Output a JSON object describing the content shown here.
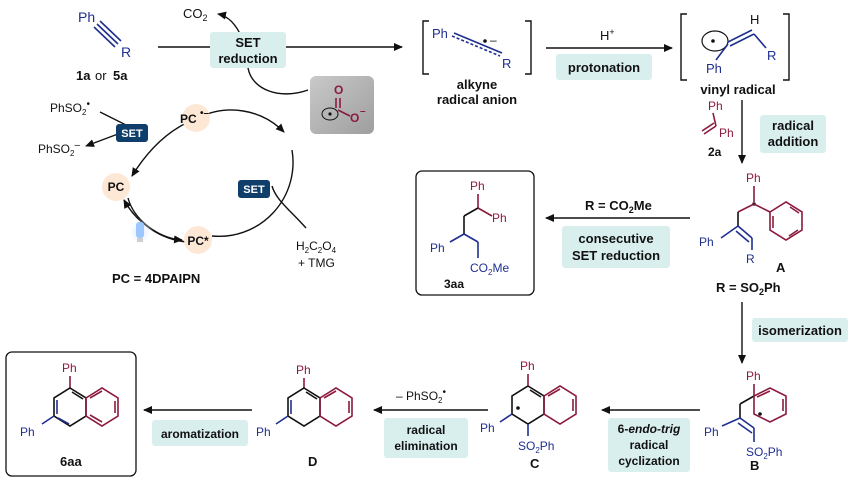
{
  "reactants": {
    "alkyne_ph": "Ph",
    "alkyne_r": "R",
    "alkyne_label_1a": "1a",
    "alkyne_label_or": "or",
    "alkyne_label_5a": "5a"
  },
  "photocycle": {
    "co2": "CO",
    "co2_sub": "2",
    "set_reduction_line1": "SET",
    "set_reduction_line2": "reduction",
    "phso2_radical": "PhSO",
    "phso2_sub": "2",
    "phso2_anion": "PhSO",
    "phso2_anion_sub": "2",
    "set_left": "SET",
    "set_right": "SET",
    "pc_radical_anion": "PC",
    "pc_ground": "PC",
    "pc_excited": "PC*",
    "reagent_line1": "H",
    "reagent_sub1": "2",
    "reagent_c": "C",
    "reagent_sub2": "2",
    "reagent_o": "O",
    "reagent_sub3": "4",
    "reagent_line2": "+ TMG",
    "pc_name": "PC = 4DPAIPN",
    "carboxyl_o_top": "O",
    "carboxyl_o_right": "O"
  },
  "top_row": {
    "alkyne_radical_anion_ph": "Ph",
    "alkyne_radical_anion_r": "R",
    "alkyne_radical_anion_line1": "alkyne",
    "alkyne_radical_anion_line2": "radical anion",
    "hplus": "H",
    "protonation": "protonation",
    "vinyl_h": "H",
    "vinyl_r": "R",
    "vinyl_ph": "Ph",
    "vinyl_radical": "vinyl radical"
  },
  "right_column": {
    "styrene_ph1": "Ph",
    "styrene_ph2": "Ph",
    "styrene_label": "2a",
    "radical_addition_line1": "radical",
    "radical_addition_line2": "addition",
    "A_ph_top": "Ph",
    "A_ph_left": "Ph",
    "A_r": "R",
    "A_label": "A",
    "R_so2ph": "R = SO",
    "R_so2ph_sub": "2",
    "R_so2ph_tail": "Ph",
    "isomerization": "isomerization"
  },
  "middle_branch": {
    "R_co2me": "R = CO",
    "R_co2me_sub": "2",
    "R_co2me_tail": "Me",
    "consecutive_line1": "consecutive",
    "consecutive_line2": "SET reduction",
    "p3aa_ph1": "Ph",
    "p3aa_ph2": "Ph",
    "p3aa_ph3": "Ph",
    "p3aa_co2me": "CO",
    "p3aa_co2me_sub": "2",
    "p3aa_co2me_tail": "Me",
    "p3aa_label": "3aa"
  },
  "bottom_row": {
    "B_ph_top": "Ph",
    "B_ph_left": "Ph",
    "B_so2ph": "SO",
    "B_so2ph_sub": "2",
    "B_so2ph_tail": "Ph",
    "B_label": "B",
    "cyclization_line1": "6-",
    "cyclization_endo_trig": "endo-trig",
    "cyclization_line2": "radical",
    "cyclization_line3": "cyclization",
    "C_ph_top": "Ph",
    "C_ph_left": "Ph",
    "C_so2ph": "SO",
    "C_so2ph_sub": "2",
    "C_so2ph_tail": "Ph",
    "C_label": "C",
    "minus_phso2": "– PhSO",
    "minus_phso2_sub": "2",
    "radical_elim_line1": "radical",
    "radical_elim_line2": "elimination",
    "D_ph_top": "Ph",
    "D_ph_left": "Ph",
    "D_label": "D",
    "aromatization": "aromatization",
    "p6aa_ph_top": "Ph",
    "p6aa_ph_left": "Ph",
    "p6aa_label": "6aa"
  },
  "colors": {
    "panel": "#d9efee",
    "set_box": "#0f3e6b",
    "alkyne_blue": "#1f2f8f",
    "styrene_maroon": "#8b1a3c",
    "pc_bubble": "#fde8d6"
  }
}
